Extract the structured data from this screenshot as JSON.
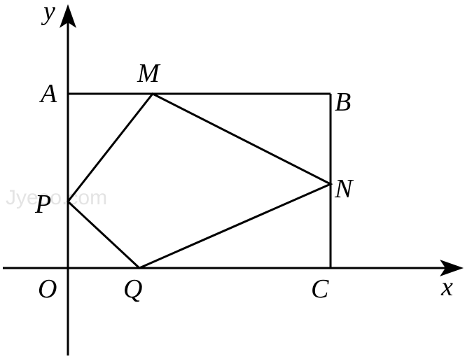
{
  "diagram": {
    "axes": {
      "x_label": "x",
      "y_label": "y"
    },
    "points": {
      "O": "O",
      "A": "A",
      "B": "B",
      "C": "C",
      "M": "M",
      "N": "N",
      "P": "P",
      "Q": "Q"
    },
    "shapes": {
      "rectangle": "OABC",
      "quadrilateral": "PMNQ"
    },
    "watermark": "Jyeoo.com"
  },
  "colors": {
    "line": "#000000",
    "background": "#ffffff",
    "watermark": "#e4e4e4"
  }
}
